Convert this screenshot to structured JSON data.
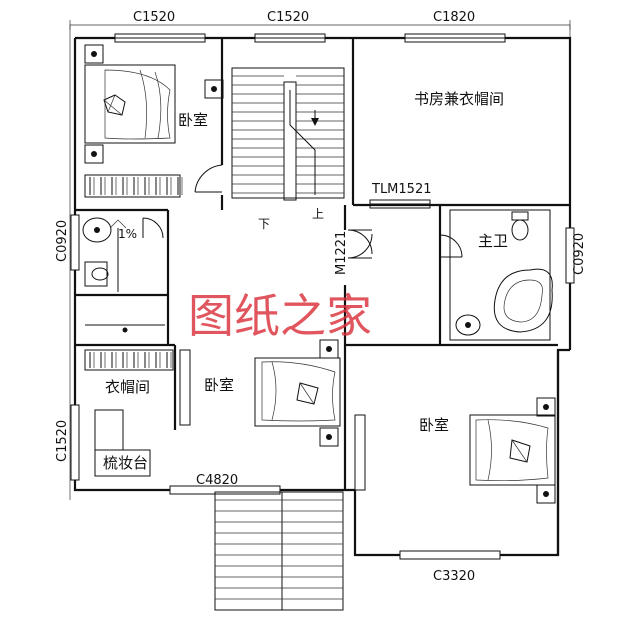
{
  "window_labels": {
    "top_left": "C1520",
    "top_mid": "C1520",
    "top_right": "C1820",
    "left_upper": "C0920",
    "left_lower": "C1520",
    "right": "C0920",
    "bottom_left": "C4820",
    "bottom_right": "C3320"
  },
  "door_labels": {
    "tlm": "TLM1521",
    "m": "M1221"
  },
  "rooms": {
    "bedroom_top_left": "卧室",
    "study_closet": "书房兼衣帽间",
    "master_bath": "主卫",
    "closet": "衣帽间",
    "bedroom_mid": "卧室",
    "bedroom_right": "卧室",
    "dresser": "梳妆台"
  },
  "stairs": {
    "down": "下",
    "up": "上",
    "slope": "1%"
  },
  "watermark": "图纸之家",
  "colors": {
    "line": "#111111",
    "watermark": "#d9303a"
  }
}
